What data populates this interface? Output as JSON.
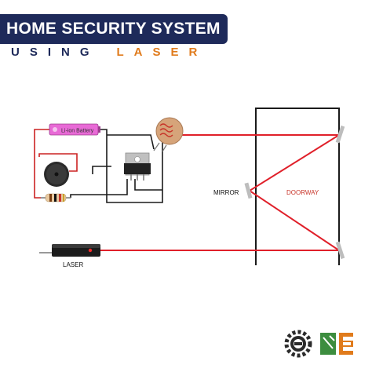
{
  "header": {
    "title": "HOME SECURITY SYSTEM",
    "subtitle_word1": "USING",
    "subtitle_word2": "LASER"
  },
  "labels": {
    "battery": "Li-ion Battery",
    "mirror": "MIRROR",
    "doorway": "DOORWAY",
    "laser": "LASER"
  },
  "colors": {
    "title_bg": "#1e2a5a",
    "accent_orange": "#e07b1c",
    "laser_beam": "#e0202a",
    "wire_red": "#cc2222",
    "wire_black": "#1a1a1a",
    "battery_pink": "#e86ad6",
    "mirror_gray": "#bdbdbd"
  },
  "icons": [
    "gear-logo-icon",
    "e-logo-icon"
  ]
}
